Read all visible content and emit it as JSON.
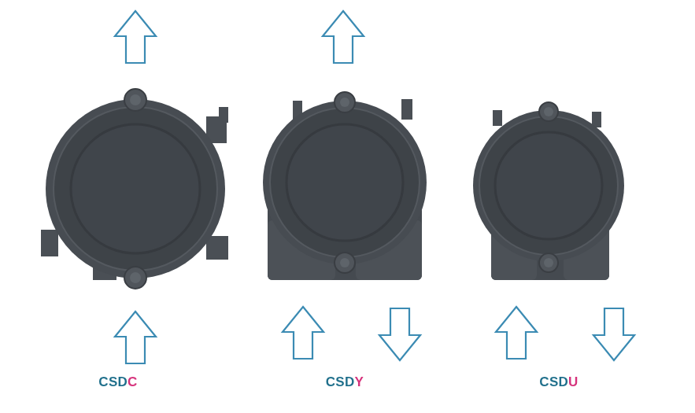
{
  "diagram": {
    "labels": [
      "CSDC",
      "CSDY",
      "CSDU"
    ]
  }
}
